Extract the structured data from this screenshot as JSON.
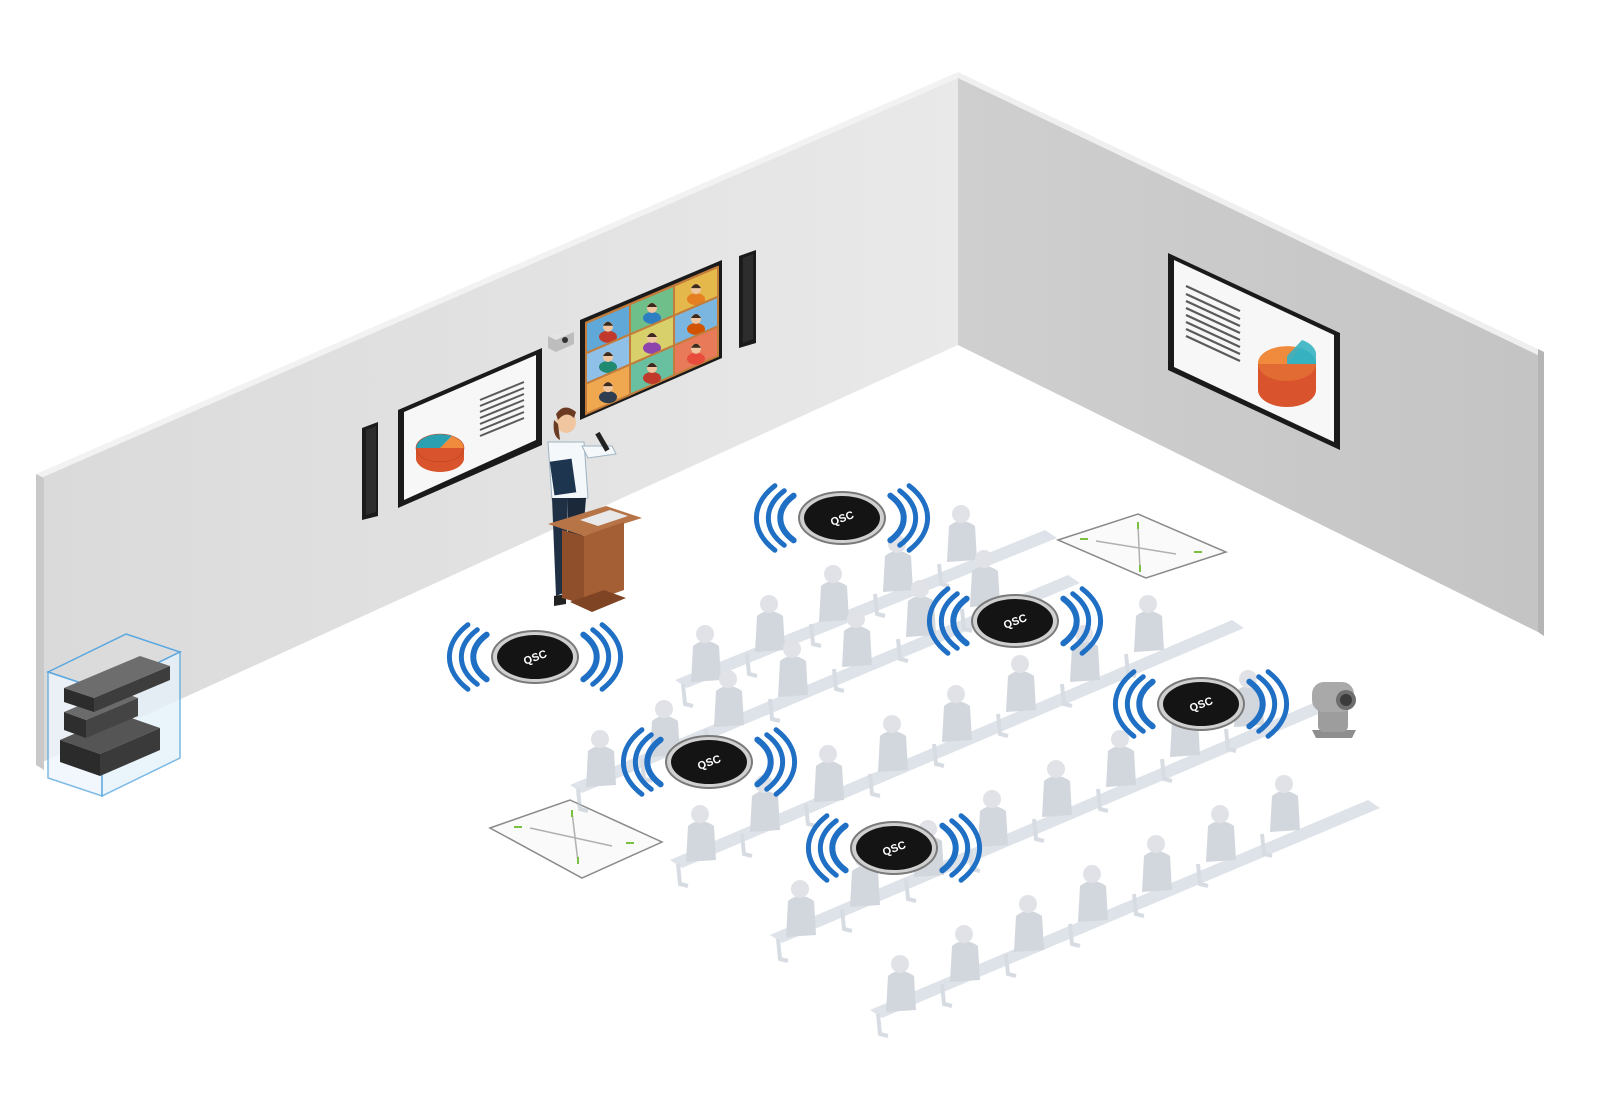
{
  "scene": {
    "brand": "QSC",
    "colors": {
      "wall_light": "#e3e3e3",
      "wall_dark": "#c7c7c7",
      "wall_edge": "#f4f4f4",
      "floor": "#ffffff",
      "wave": "#1f6fc4",
      "speaker_rim": "#7a7a7a",
      "speaker_face": "#161616",
      "audience": "#cfd4dc",
      "podium": "#9a5a34"
    },
    "devices": {
      "ceiling_speakers": [
        "speaker-1",
        "speaker-2",
        "speaker-3",
        "speaker-4",
        "speaker-5",
        "speaker-6"
      ],
      "ceiling_mics": [
        "ceiling-mic-1",
        "ceiling-mic-2"
      ],
      "displays": [
        "display-left-presentation",
        "display-video-wall",
        "display-right-presentation"
      ],
      "cameras": [
        "wall-camera",
        "ptz-camera"
      ],
      "wall_speakers": [
        "column-speaker-left",
        "column-speaker-right"
      ],
      "rack": "equipment-rack"
    }
  }
}
